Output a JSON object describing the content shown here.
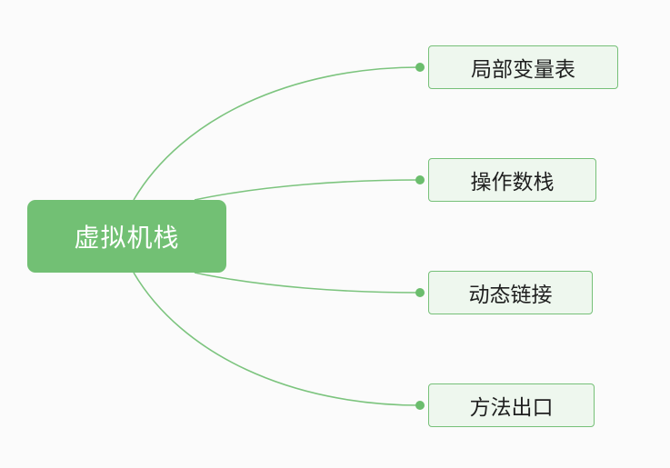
{
  "mindmap": {
    "root": {
      "label": "虚拟机栈"
    },
    "branches": [
      {
        "label": "局部变量表"
      },
      {
        "label": "操作数栈"
      },
      {
        "label": "动态链接"
      },
      {
        "label": "方法出口"
      }
    ]
  },
  "colors": {
    "root_fill": "#72c074",
    "node_fill": "#eef7ee",
    "node_border": "#76c078",
    "edge": "#7cc47e",
    "dot": "#6bbd6d"
  }
}
